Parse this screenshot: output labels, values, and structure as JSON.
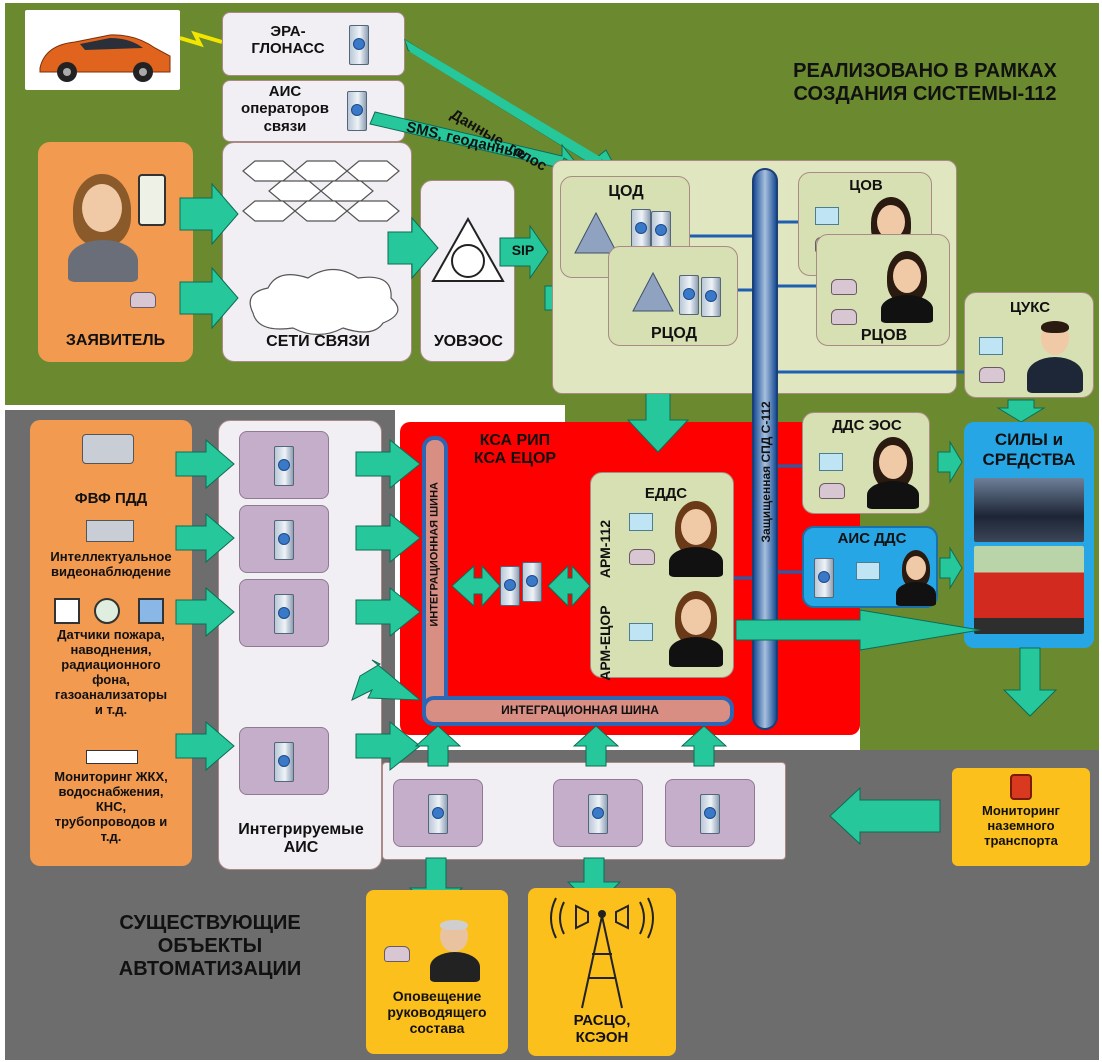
{
  "header_green": {
    "title_line1": "РЕАЛИЗОВАНО В РАМКАХ",
    "title_line2": "СОЗДАНИЯ СИСТЕМЫ-112"
  },
  "era": {
    "line1": "ЭРА-",
    "line2": "ГЛОНАСС"
  },
  "ais_ops": {
    "line1": "АИС",
    "line2": "операторов",
    "line3": "связи"
  },
  "data_voice": "Данные, голос",
  "sms_geo": "SMS, геоданные",
  "applicant": "ЗАЯВИТЕЛЬ",
  "networks": "СЕТИ СВЯЗИ",
  "uvzos": "УОВЭОС",
  "sip": "SIP",
  "cod": "ЦОД",
  "rcod": "РЦОД",
  "cov": "ЦОВ",
  "rcov": "РЦОВ",
  "cuks": "ЦУКС",
  "spd": "Защищенная СПД С-112",
  "dds_eos": "ДДС ЭОС",
  "ais_dds": "АИС ДДС",
  "forces": {
    "line1": "СИЛЫ и",
    "line2": "СРЕДСТВА"
  },
  "ksa": {
    "line1": "КСА РИП",
    "line2": "КСА ЕЦОР"
  },
  "int_bus": "ИНТЕГРАЦИОННАЯ ШИНА",
  "int_bus_h": "ИНТЕГРАЦИОННАЯ ШИНА",
  "edds": "ЕДДС",
  "arm112": "АРМ-112",
  "armecor": "АРМ-ЕЦОР",
  "fvf": "ФВФ ПДД",
  "video": {
    "line1": "Интеллектуальное",
    "line2": "видеонаблюдение"
  },
  "sensors": {
    "line1": "Датчики пожара,",
    "line2": "наводнения,",
    "line3": "радиационного",
    "line4": "фона,",
    "line5": "газоанализаторы",
    "line6": "и т.д."
  },
  "monitoring_jkh": {
    "line1": "Мониторинг ЖКХ,",
    "line2": "водоснабжения,",
    "line3": "КНС,",
    "line4": "трубопроводов и",
    "line5": "т.д."
  },
  "integrated_ais": {
    "line1": "Интегрируемые",
    "line2": "АИС"
  },
  "transport": {
    "line1": "Мониторинг",
    "line2": "наземного",
    "line3": "транспорта"
  },
  "existing": {
    "line1": "СУЩЕСТВУЮЩИЕ",
    "line2": "ОБЪЕКТЫ",
    "line3": "АВТОМАТИЗАЦИИ"
  },
  "notify": {
    "line1": "Оповещение",
    "line2": "руководящего",
    "line3": "состава"
  },
  "rasco": {
    "line1": "РАСЦО,",
    "line2": "КСЭОН"
  },
  "colors": {
    "green_zone": "#6b8a2f",
    "gray_zone": "#6b6b6b",
    "red_zone": "#ff0000",
    "arrow": "#26c79a",
    "orange": "#f29a50",
    "yellow": "#fbc01c",
    "blue_forces": "#27a6e6",
    "bus": "#2d66b5"
  }
}
